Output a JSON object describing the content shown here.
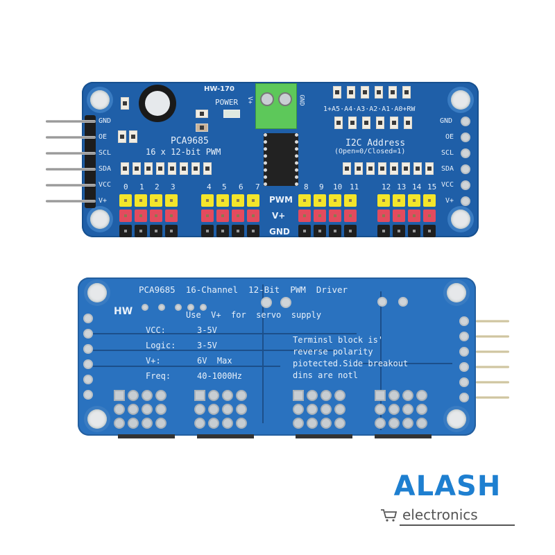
{
  "front_board": {
    "model_label": "HW-170",
    "power_label": "POWER",
    "chip_label": "PCA9685",
    "chip_sublabel": "16 x 12-bit PWM",
    "terminal_labels": [
      "V+",
      "GND"
    ],
    "left_header_labels": [
      "GND",
      "OE",
      "SCL",
      "SDA",
      "VCC",
      "V+"
    ],
    "right_header_labels": [
      "GND",
      "OE",
      "SCL",
      "SDA",
      "VCC",
      "V+"
    ],
    "address_label": "I2C Address",
    "address_sublabel": "(Open=0/Closed=1)",
    "address_jumpers": "1+A5·A4·A3·A2·A1·A0+RW",
    "channel_numbers": [
      "0",
      "1",
      "2",
      "3",
      "4",
      "5",
      "6",
      "7",
      "8",
      "9",
      "10",
      "11",
      "12",
      "13",
      "14",
      "15"
    ],
    "row_labels": [
      "PWM",
      "V+",
      "GND"
    ]
  },
  "back_board": {
    "title": "PCA9685  16-Channel  12-Bit  PWM  Driver",
    "hw_label": "HW",
    "servo_note": "Use  V+  for  servo  supply",
    "specs": [
      {
        "key": "VCC:",
        "value": "3-5V"
      },
      {
        "key": "Logic:",
        "value": "3-5V"
      },
      {
        "key": "V+:",
        "value": "6V  Max"
      },
      {
        "key": "Freq:",
        "value": "40-1000Hz"
      }
    ],
    "note_lines": [
      "Terminsl block is'",
      "reverse polarity",
      "piotected.Side breakout",
      "dins are notl"
    ]
  },
  "logo": {
    "brand": "ALASH",
    "tagline": "electronics",
    "brand_color": "#1e7fd0",
    "tagline_color": "#555555",
    "icon": "shopping-cart-icon"
  },
  "colors": {
    "pcb_front": "#1f5fa8",
    "pcb_back": "#2a72bf",
    "pwm_pin": "#f4e52a",
    "vplus_pin": "#e34b5e",
    "gnd_pin": "#1f1f1f",
    "terminal_block": "#5dc85a"
  }
}
